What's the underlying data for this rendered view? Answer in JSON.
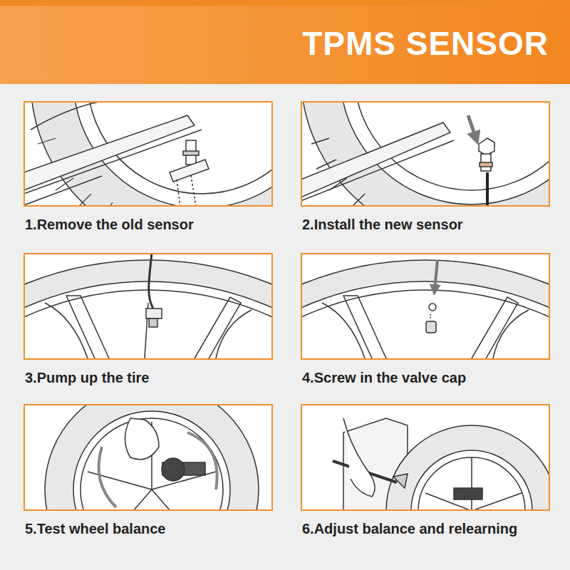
{
  "diagram": {
    "title": "TPMS SENSOR",
    "nodes": [
      {
        "text": [
          "1.Remove the old sensor"
        ]
      },
      {
        "text": [
          "2.Install the new sensor"
        ]
      },
      {
        "text": [
          "3.Pump up the tire"
        ]
      },
      {
        "text": [
          "4.Screw in the valve cap"
        ]
      },
      {
        "text": [
          "5.Test wheel balance"
        ]
      },
      {
        "text": [
          "6.Adjust balance and relearning"
        ]
      }
    ]
  }
}
